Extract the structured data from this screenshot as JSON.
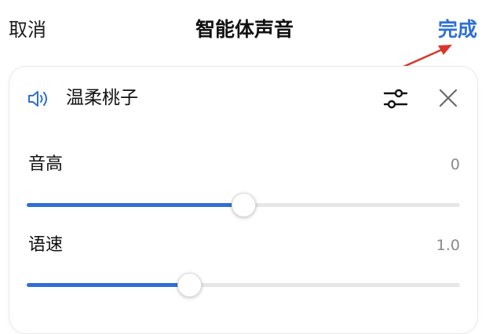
{
  "header": {
    "cancel_label": "取消",
    "title": "智能体声音",
    "done_label": "完成"
  },
  "voice": {
    "name": "温柔桃子",
    "speaker_icon": "speaker-icon",
    "settings_icon": "sliders-icon",
    "close_icon": "close-icon"
  },
  "params": {
    "pitch": {
      "label": "音高",
      "value": "0",
      "fraction": 0.5
    },
    "speed": {
      "label": "语速",
      "value": "1.0",
      "fraction": 0.375
    }
  },
  "colors": {
    "accent": "#2f6fd6",
    "annotation_arrow": "#d9362b",
    "track": "#e6e6e6"
  }
}
